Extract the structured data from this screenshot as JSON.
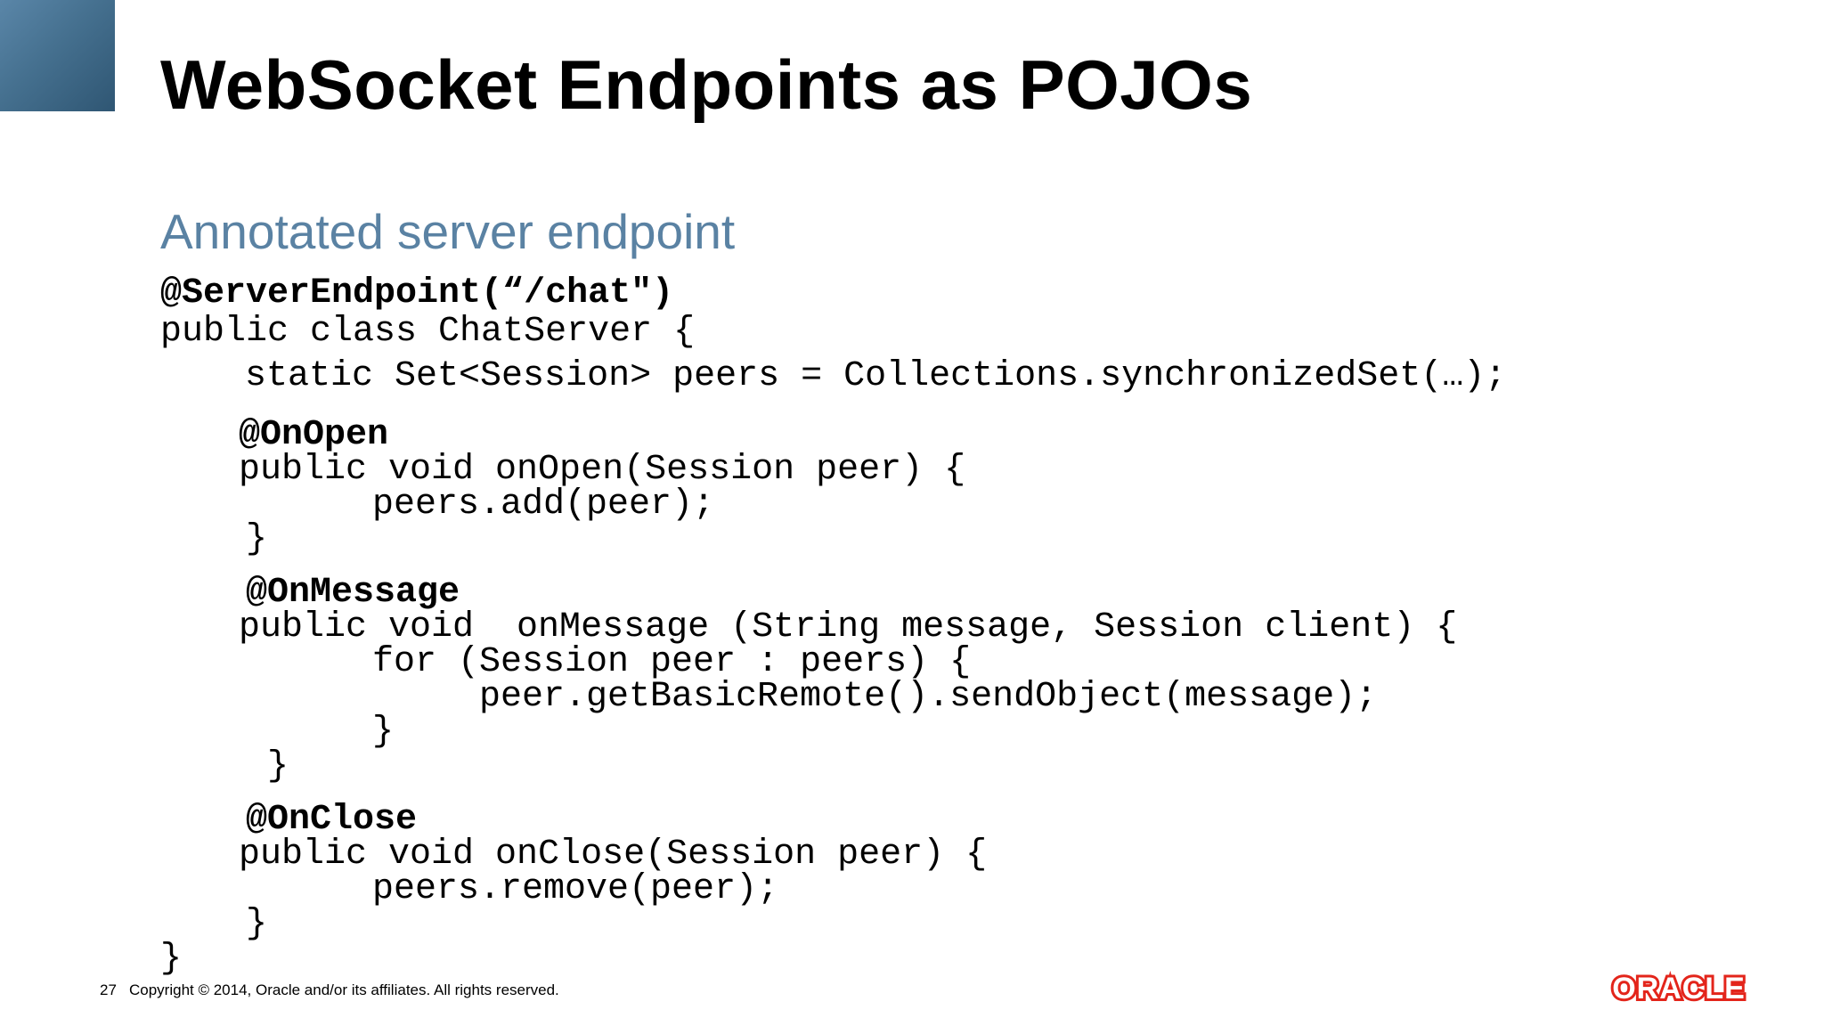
{
  "slide": {
    "title": "WebSocket Endpoints as POJOs",
    "subtitle": "Annotated server endpoint",
    "code": [
      "@ServerEndpoint(“/chat\")",
      "public class ChatServer {",
      "static Set<Session> peers = Collections.synchronizedSet(…);",
      "@OnOpen",
      "public void onOpen(Session peer) {",
      "peers.add(peer);",
      "}",
      "@OnMessage",
      "public void  onMessage (String message, Session client) {",
      "for (Session peer : peers) {",
      "peer.getBasicRemote().sendObject(message);",
      "}",
      "}",
      "@OnClose",
      "public void onClose(Session peer) {",
      "peers.remove(peer);",
      "}",
      "}"
    ]
  },
  "footer": {
    "page_number": "27",
    "copyright": "Copyright © 2014, Oracle and/or its affiliates. All rights reserved.",
    "logo_text": "ORACLE"
  },
  "colors": {
    "corner_block": "#45708f",
    "subtitle": "#5a82a3",
    "logo": "#e3251b"
  }
}
